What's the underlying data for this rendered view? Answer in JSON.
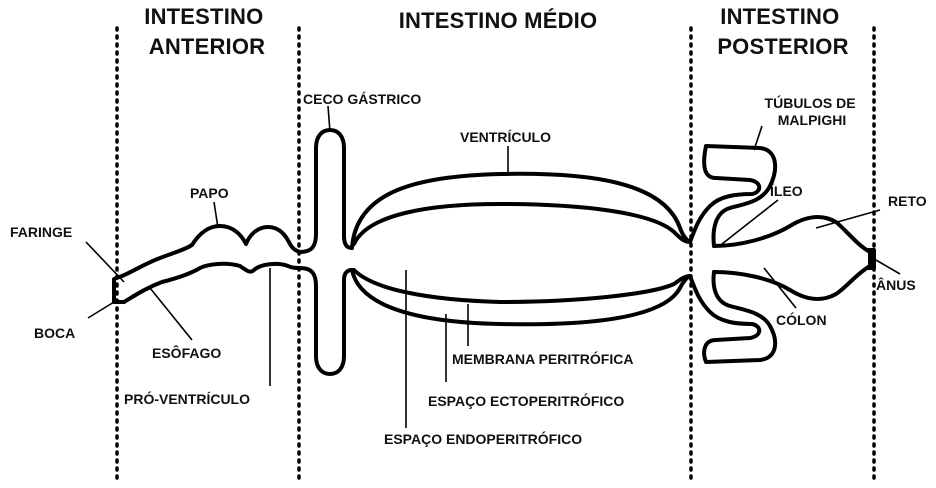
{
  "sections": {
    "anterior": [
      "INTESTINO",
      "ANTERIOR"
    ],
    "medio": "INTESTINO MÉDIO",
    "posterior": [
      "INTESTINO",
      "POSTERIOR"
    ]
  },
  "labels": {
    "faringe": "FARINGE",
    "boca": "BOCA",
    "papo": "PAPO",
    "esofago": "ESÔFAGO",
    "pro_ventriculo": "PRÓ-VENTRÍCULO",
    "ceco_gastrico": "CECO GÁSTRICO",
    "ventriculo": "VENTRÍCULO",
    "membrana_peritrofica": "MEMBRANA PERITRÓFICA",
    "espaco_ectoperitrofico": "ESPAÇO ECTOPERITRÓFICO",
    "espaco_endoperitrofico": "ESPAÇO ENDOPERITRÓFICO",
    "tubulos": [
      "TÚBULOS DE",
      "MALPIGHI"
    ],
    "ileo": "ÍLEO",
    "reto": "RETO",
    "colon": "CÓLON",
    "anus": "ÂNUS"
  }
}
